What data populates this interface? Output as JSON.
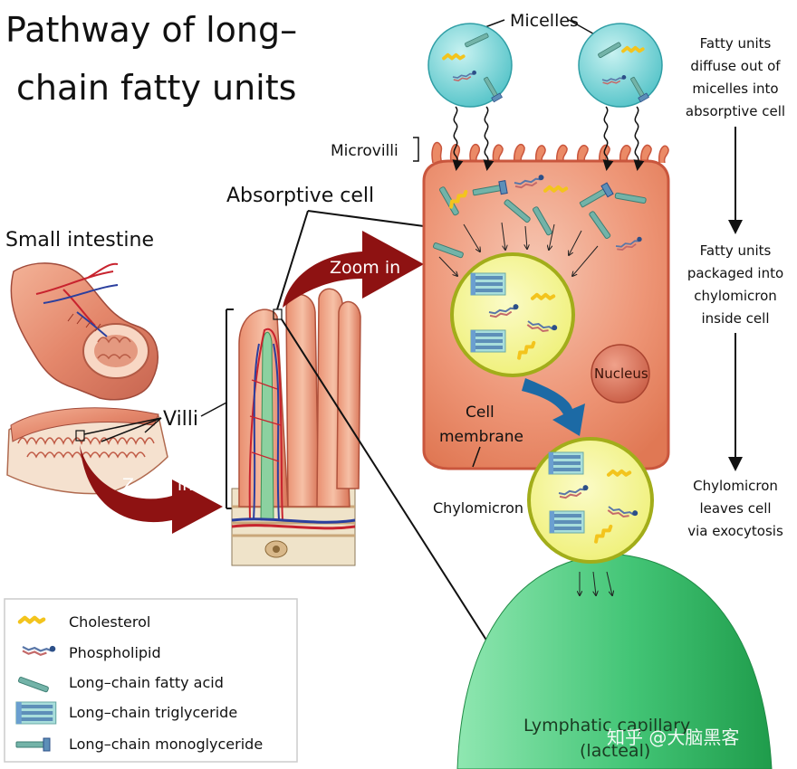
{
  "title": {
    "line1": "Pathway of long–",
    "line2": "chain fatty units"
  },
  "labels": {
    "small_intestine": "Small intestine",
    "villi": "Villi",
    "zoom_in_1": "Zoom in",
    "zoom_in_2": "Zoom in",
    "absorptive_cell": "Absorptive cell",
    "micelles": "Micelles",
    "microvilli": "Microvilli",
    "nucleus": "Nucleus",
    "cell_membrane_1": "Cell",
    "cell_membrane_2": "membrane",
    "chylomicron": "Chylomicron",
    "lymphatic_1": "Lymphatic capillary",
    "lymphatic_2": "(lacteal)"
  },
  "steps": [
    {
      "lines": [
        "Fatty units",
        "diffuse out of",
        "micelles into",
        "absorptive cell"
      ]
    },
    {
      "lines": [
        "Fatty units",
        "packaged into",
        "chylomicron",
        "inside cell"
      ]
    },
    {
      "lines": [
        "Chylomicron",
        "leaves cell",
        "via exocytosis"
      ]
    }
  ],
  "legend": [
    {
      "icon": "cholesterol-icon",
      "label": "Cholesterol"
    },
    {
      "icon": "phospholipid-icon",
      "label": "Phospholipid"
    },
    {
      "icon": "fatty-acid-icon",
      "label": "Long–chain fatty acid"
    },
    {
      "icon": "triglyceride-icon",
      "label": "Long–chain triglyceride"
    },
    {
      "icon": "monoglyceride-icon",
      "label": "Long–chain monoglyceride"
    }
  ],
  "watermark": "知乎 @大脑黑客",
  "colors": {
    "cell": "#eb8a66",
    "cell_border": "#c9563d",
    "micelle": "#6fd0d4",
    "chylomicron": "#f4f38a",
    "chylomicron_border": "#a2ad1a",
    "lymphatic": "#3fbf6e",
    "zoom_arrow": "#8e1212",
    "nucleus": "#d56e58",
    "cholesterol": "#f3c41d",
    "fatty_acid": "#73b3a8",
    "flow_arrow": "#1c6aa5"
  }
}
